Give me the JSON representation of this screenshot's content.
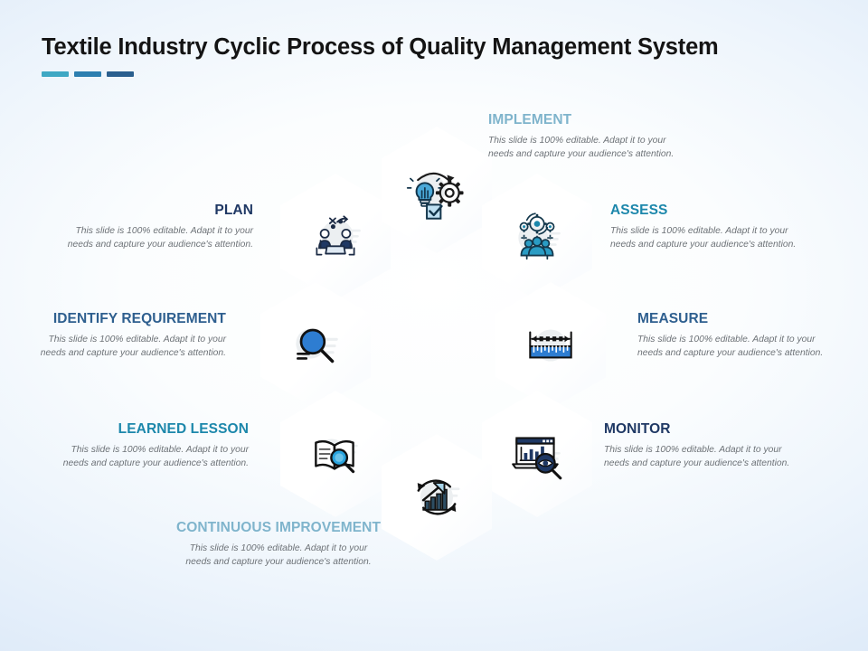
{
  "title": "Textile Industry Cyclic Process of Quality Management System",
  "accent_bars": [
    {
      "name": "accent-bar-1",
      "color": "#3fa8c4"
    },
    {
      "name": "accent-bar-2",
      "color": "#2d7fb0"
    },
    {
      "name": "accent-bar-3",
      "color": "#2b5f8e"
    }
  ],
  "body_text_line1": "This slide is  100% editable. Adapt it  to your",
  "body_text_line2": "needs and capture your audience's attention.",
  "stages": [
    {
      "key": "implement",
      "label": "IMPLEMENT",
      "label_color": "#7fb4cc",
      "icon": "lightbulb-gear-checkbox-icon",
      "body_line1": "This slide is  100% editable. Adapt it  to your",
      "body_line2": "needs and capture your audience's attention."
    },
    {
      "key": "plan",
      "label": "PLAN",
      "label_color": "#1f3864",
      "icon": "team-strategy-table-icon",
      "body_line1": "This slide is  100% editable. Adapt it  to your",
      "body_line2": "needs and capture your audience's attention."
    },
    {
      "key": "assess",
      "label": "ASSESS",
      "label_color": "#1c87ab",
      "icon": "team-network-gear-icon",
      "body_line1": "This slide is  100% editable. Adapt it  to your",
      "body_line2": "needs and capture your audience's attention."
    },
    {
      "key": "identify-requirement",
      "label": "IDENTIFY REQUIREMENT",
      "label_color": "#2e5f8f",
      "icon": "magnifier-document-icon",
      "body_line1": "This slide is  100% editable. Adapt it  to your",
      "body_line2": "needs and capture your audience's attention."
    },
    {
      "key": "measure",
      "label": "MEASURE",
      "label_color": "#2e5f8f",
      "icon": "ruler-measure-icon",
      "body_line1": "This slide is  100% editable. Adapt it  to your",
      "body_line2": "needs and capture your audience's attention."
    },
    {
      "key": "learned-lesson",
      "label": "LEARNED LESSON",
      "label_color": "#1c87ab",
      "icon": "open-book-magnifier-icon",
      "body_line1": "This slide is  100% editable. Adapt it  to your",
      "body_line2": "needs and capture your audience's attention."
    },
    {
      "key": "monitor",
      "label": "MONITOR",
      "label_color": "#1f3864",
      "icon": "dashboard-chart-magnifier-icon",
      "body_line1": "This slide is  100% editable. Adapt it  to your",
      "body_line2": "needs and capture your audience's attention."
    },
    {
      "key": "continuous-improvement",
      "label": "CONTINUOUS IMPROVEMENT",
      "label_color": "#7fb4cc",
      "icon": "growth-chart-cycle-icon",
      "body_line1": "This slide is  100% editable. Adapt it  to your",
      "body_line2": "needs and capture your audience's attention."
    }
  ]
}
